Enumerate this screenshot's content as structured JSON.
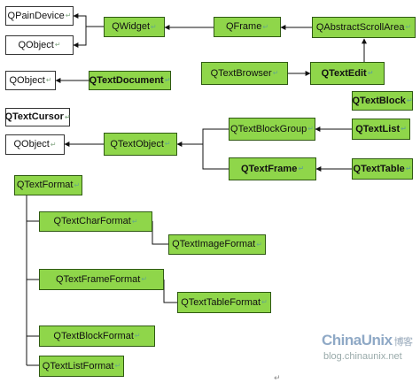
{
  "colors": {
    "box_fill": "#8fd64a",
    "box_border": "#2f5a12",
    "plain_fill": "#ffffff",
    "line": "#111111"
  },
  "return_mark": "↵",
  "nodes": {
    "qpaindevice": "QPainDevice",
    "qobject_1": "QObject",
    "qwidget": "QWidget",
    "qframe": "QFrame",
    "qabstractscrollarea": "QAbstractScrollArea",
    "qobject_2": "QObject",
    "qtextdocument": "QTextDocument",
    "qtextbrowser": "QTextBrowser",
    "qtextedit": "QTextEdit",
    "qtextblock": "QTextBlock",
    "qtextcursor": "QTextCursor",
    "qtextblockgroup": "QTextBlockGroup",
    "qtextlist": "QTextList",
    "qobject_3": "QObject",
    "qtextobject": "QTextObject",
    "qtextframe": "QTextFrame",
    "qtexttable": "QTextTable",
    "qtextformat": "QTextFormat",
    "qtextcharformat": "QTextCharFormat",
    "qtextimageformat": "QTextImageFormat",
    "qtextframeformat": "QTextFrameFormat",
    "qtexttableformat": "QTextTableFormat",
    "qtextblockformat": "QTextBlockFormat",
    "qtextlistformat": "QTextListFormat"
  },
  "watermark": {
    "logo": "ChinaUnix",
    "logo_cjk": "博客",
    "url": "blog.chinaunix.net"
  }
}
